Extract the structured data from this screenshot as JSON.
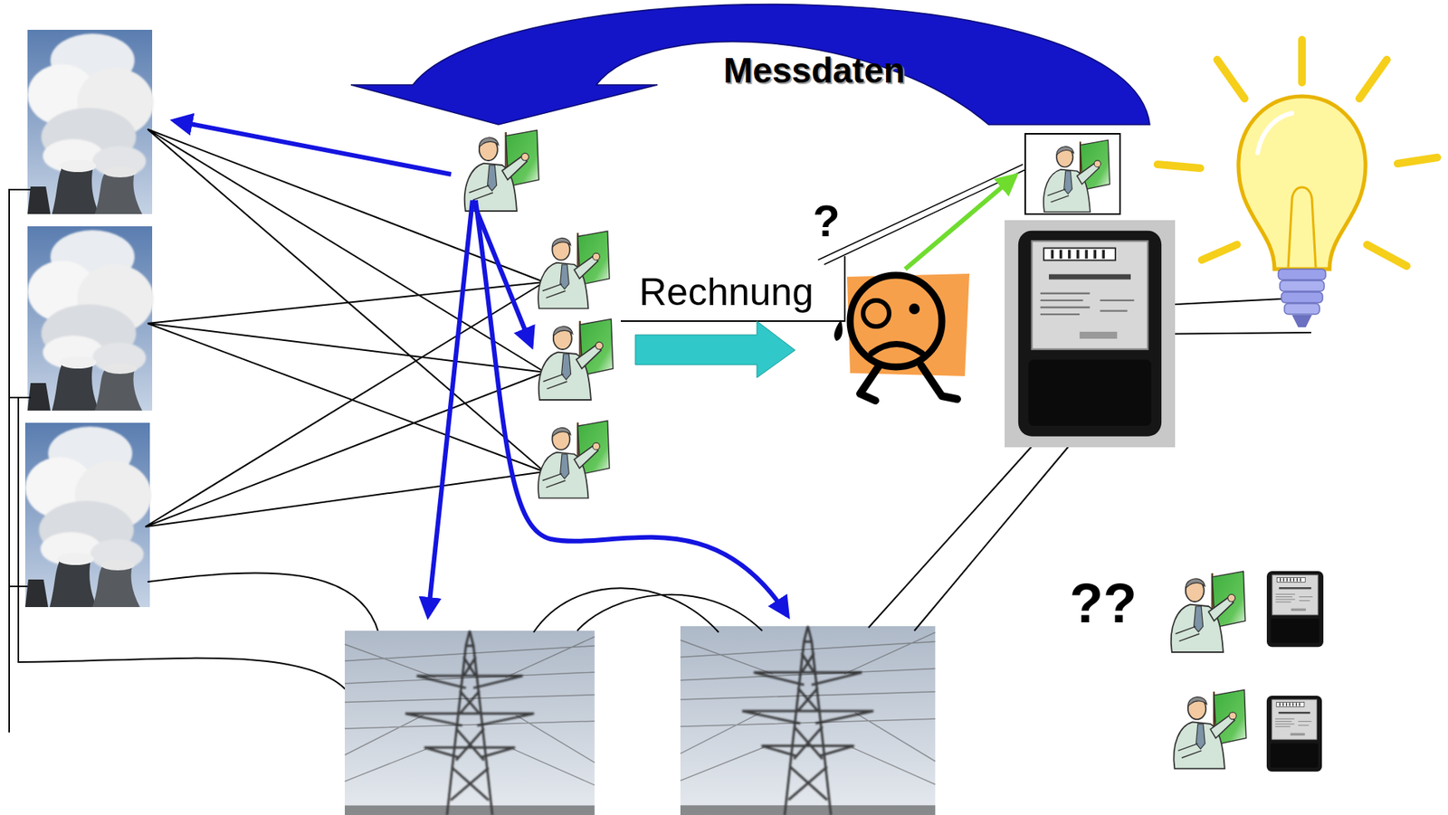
{
  "diagram": {
    "labels": [
      "Messdaten",
      "?",
      "Rechnung",
      "??"
    ]
  }
}
